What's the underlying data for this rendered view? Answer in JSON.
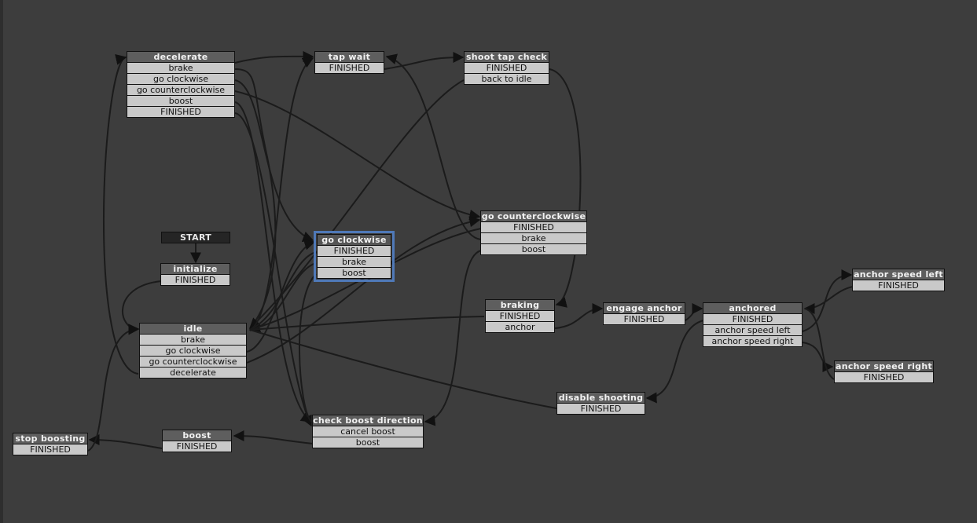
{
  "start": {
    "label": "START"
  },
  "nodes": {
    "decelerate": {
      "title": "decelerate",
      "events": [
        "brake",
        "go clockwise",
        "go counterclockwise",
        "boost",
        "FINISHED"
      ]
    },
    "tap_wait": {
      "title": "tap wait",
      "events": [
        "FINISHED"
      ]
    },
    "shoot_tap_check": {
      "title": "shoot tap check",
      "events": [
        "FINISHED",
        "back to idle"
      ]
    },
    "go_counterclockwise": {
      "title": "go counterclockwise",
      "events": [
        "FINISHED",
        "brake",
        "boost"
      ]
    },
    "go_clockwise": {
      "title": "go clockwise",
      "events": [
        "FINISHED",
        "brake",
        "boost"
      ]
    },
    "initialize": {
      "title": "initialize",
      "events": [
        "FINISHED"
      ]
    },
    "idle": {
      "title": "idle",
      "events": [
        "brake",
        "go clockwise",
        "go counterclockwise",
        "decelerate"
      ]
    },
    "braking": {
      "title": "braking",
      "events": [
        "FINISHED",
        "anchor"
      ]
    },
    "engage_anchor": {
      "title": "engage anchor",
      "events": [
        "FINISHED"
      ]
    },
    "anchored": {
      "title": "anchored",
      "events": [
        "FINISHED",
        "anchor speed left",
        "anchor speed right"
      ]
    },
    "anchor_speed_left": {
      "title": "anchor speed left",
      "events": [
        "FINISHED"
      ]
    },
    "anchor_speed_right": {
      "title": "anchor speed right",
      "events": [
        "FINISHED"
      ]
    },
    "disable_shooting": {
      "title": "disable shooting",
      "events": [
        "FINISHED"
      ]
    },
    "check_boost_direction": {
      "title": "check boost direction",
      "events": [
        "cancel boost",
        "boost"
      ]
    },
    "boost": {
      "title": "boost",
      "events": [
        "FINISHED"
      ]
    },
    "stop_boosting": {
      "title": "stop boosting",
      "events": [
        "FINISHED"
      ]
    }
  },
  "selected_state": "go clockwise",
  "colors": {
    "background": "#3d3d3d",
    "header": "#5e5e5e",
    "row": "#c9c9c9",
    "selection": "#4f79b8",
    "edge": "#1b1b1b"
  }
}
